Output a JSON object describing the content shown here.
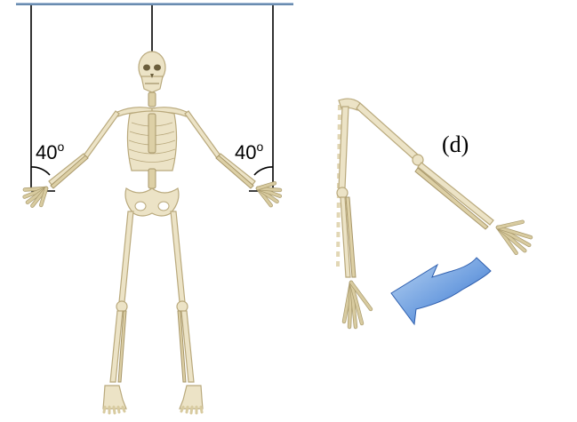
{
  "labels": {
    "left_angle": "40",
    "left_angle_unit": "o",
    "right_angle": "40",
    "right_angle_unit": "o",
    "panel": "(d)"
  },
  "colors": {
    "ceiling": "#6a8cb0",
    "string": "#000000",
    "bone": "#ece3c6",
    "bone_outline": "#b9a97c",
    "arrow_light": "#9cc0ea",
    "arrow_dark": "#2f6fc8"
  },
  "icons": {
    "arrow": "curved-arrow-icon",
    "skeleton": "skeleton-icon"
  }
}
